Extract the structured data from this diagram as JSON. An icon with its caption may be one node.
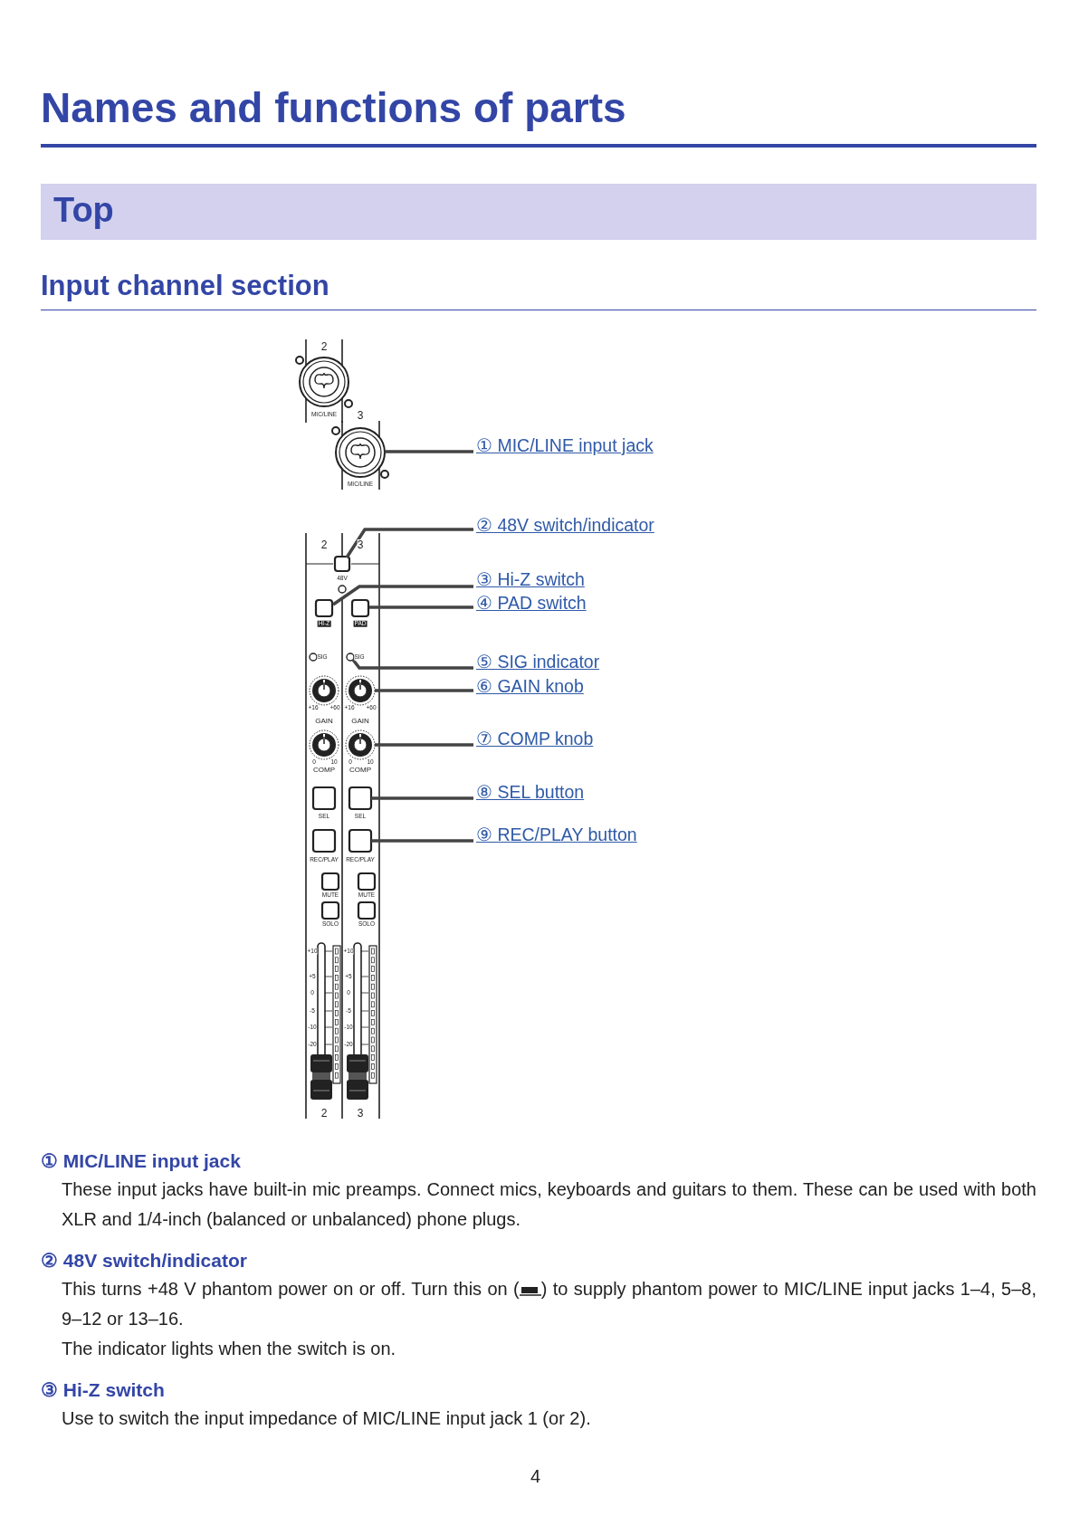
{
  "diagram": {
    "title": "Names and functions of parts",
    "nodes": [
      {
        "text": [
          "① MIC/LINE input jack"
        ]
      },
      {
        "text": [
          "② 48V switch/indicator"
        ]
      },
      {
        "text": [
          "③ Hi-Z switch"
        ]
      },
      {
        "text": [
          "④ PAD switch"
        ]
      },
      {
        "text": [
          "⑤ SIG indicator"
        ]
      },
      {
        "text": [
          "⑥ GAIN knob"
        ]
      },
      {
        "text": [
          "⑦ COMP knob"
        ]
      },
      {
        "text": [
          "⑧ SEL button"
        ]
      },
      {
        "text": [
          "⑨ REC/PLAY button"
        ]
      },
      {
        "text": [],
        "shape": "circle"
      },
      {
        "text": [],
        "shape": "box"
      },
      {
        "text": [],
        "shape": "box"
      },
      {
        "text": [],
        "shape": "box"
      },
      {
        "text": [],
        "shape": "circle"
      },
      {
        "text": [],
        "shape": "circle"
      },
      {
        "text": [],
        "shape": "circle"
      },
      {
        "text": [],
        "shape": "box"
      },
      {
        "text": [],
        "shape": "box"
      }
    ],
    "edges": [
      {
        "from": 0,
        "to": 9,
        "arrow": "none"
      },
      {
        "from": 1,
        "to": 10,
        "arrow": "none"
      },
      {
        "from": 2,
        "to": 11,
        "arrow": "none"
      },
      {
        "from": 3,
        "to": 12,
        "arrow": "none"
      },
      {
        "from": 4,
        "to": 13,
        "arrow": "none"
      },
      {
        "from": 5,
        "to": 14,
        "arrow": "none"
      },
      {
        "from": 6,
        "to": 15,
        "arrow": "none"
      },
      {
        "from": 7,
        "to": 16,
        "arrow": "none"
      },
      {
        "from": 8,
        "to": 17,
        "arrow": "none"
      }
    ],
    "labels": [
      "Top",
      "Input channel section",
      "2",
      "MIC/LINE",
      "3",
      "MIC/LINE",
      "2",
      "3",
      "48V",
      "HI-Z",
      "PAD",
      "SIG",
      "SIG",
      "+16",
      "+60",
      "GAIN",
      "+16",
      "+60",
      "GAIN",
      "0",
      "10",
      "COMP",
      "0",
      "10",
      "COMP",
      "SEL",
      "SEL",
      "REC/PLAY",
      "REC/PLAY",
      "MUTE",
      "MUTE",
      "SOLO",
      "SOLO",
      "+10",
      "+5",
      "0",
      "-5",
      "-10",
      "-20",
      "+10",
      "+5",
      "0",
      "-5",
      "-10",
      "-20",
      "2",
      "3",
      "① MIC/LINE input jack",
      "These input jacks have built-in mic preamps. Connect mics, keyboards and guitars to them. These can be used with both XLR and 1/4-inch (balanced or unbalanced) phone plugs.",
      "② 48V switch/indicator",
      "This turns +48 V phantom power on or off. Turn this on (",
      ") to supply phantom power to MIC/LINE input jacks 1–4, 5–8, 9–12 or 13–16.",
      "The indicator lights when the switch is on.",
      "③ Hi-Z switch",
      "Use to switch the input impedance of MIC/LINE input jack 1 (or 2).",
      "4"
    ]
  }
}
